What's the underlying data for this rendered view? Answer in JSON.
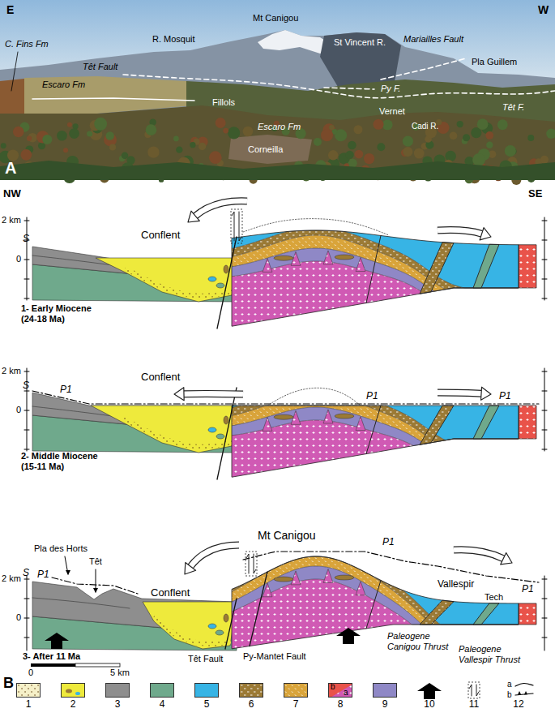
{
  "diagram": {
    "labels": [
      "E",
      "W",
      "C. Fins Fm",
      "Têt Fault",
      "R. Mosquit",
      "Mt Canigou",
      "St Vincent R.",
      "Mariailles Fault",
      "Pla Guillem",
      "Escaro Fm",
      "Fillols",
      "Py F.",
      "Vernet",
      "Têt F.",
      "Cadi R.",
      "Escaro Fm",
      "Corneilla",
      "A",
      "NW",
      "SE",
      "2 km",
      "0",
      "S",
      "Conflent",
      "1- Early Miocene (24-18 Ma)",
      "2 km",
      "0",
      "S",
      "P1",
      "Conflent",
      "P1",
      "P1",
      "2- Middle Miocene (15-11 Ma)",
      "2 km",
      "0",
      "Pla des Horts",
      "Têt",
      "S",
      "P1",
      "Conflent",
      "Mt Canigou",
      "P1",
      "Vallespir",
      "Tech",
      "P1",
      "Têt Fault",
      "Py-Mantet Fault",
      "Paleogene Canigou Thrust",
      "Paleogene Vallespir Thrust",
      "3- After 11 Ma",
      "0",
      "5 km",
      "B",
      "b",
      "a",
      "a",
      "b"
    ],
    "legend": [
      {
        "text": "1",
        "color": "#f5f0c8"
      },
      {
        "text": "2",
        "color": "#eeea3c"
      },
      {
        "text": "3",
        "color": "#8e8e8e"
      },
      {
        "text": "4",
        "color": "#6fa98c"
      },
      {
        "text": "5",
        "color": "#37b4e5"
      },
      {
        "text": "6",
        "color": "#9b7a35"
      },
      {
        "text": "7",
        "color": "#d9a43a"
      },
      {
        "text": "8",
        "color": "#d05ab4"
      },
      {
        "text": "9",
        "color": "#8f88c6"
      },
      {
        "text": "10"
      },
      {
        "text": "11"
      },
      {
        "text": "12"
      }
    ]
  }
}
